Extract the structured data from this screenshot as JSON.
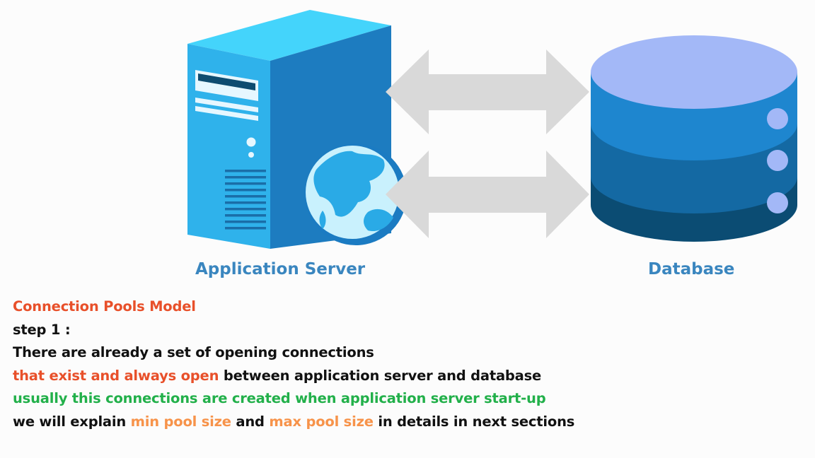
{
  "labels": {
    "app_server": "Application Server",
    "database": "Database"
  },
  "notes": {
    "title": "Connection Pools Model",
    "step": "step 1 :",
    "line1": "There are already a set of opening connections",
    "line2_highlight": "that exist and always  open",
    "line2_rest": " between application server and database",
    "line3": "usually this connections are created when application server start-up",
    "line4_part1": "we will explain ",
    "line4_min": "min pool size",
    "line4_part2": " and ",
    "line4_max": "max pool size",
    "line4_part3": " in details in next sections"
  },
  "colors": {
    "label_blue": "#3a86bf",
    "title_orange_red": "#e8502a",
    "green": "#22b04a",
    "light_orange": "#f7934a",
    "arrow_gray": "#d9d9d9",
    "db_top": "#a3b8f7",
    "db_layer1": "#1e86cf",
    "db_layer2": "#1469a3",
    "db_layer3": "#0b4c73"
  },
  "icons": {
    "server": "server-tower-icon",
    "globe": "globe-icon",
    "database": "database-cylinder-icon",
    "arrows": "double-arrow-icon"
  }
}
